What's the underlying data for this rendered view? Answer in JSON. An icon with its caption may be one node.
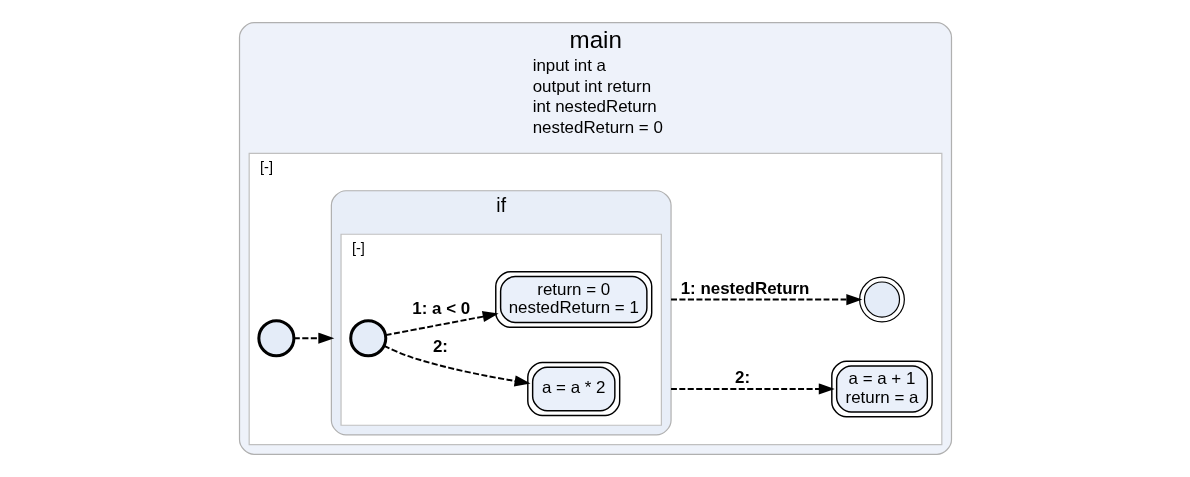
{
  "diagram": {
    "nodes": [
      {
        "text": [
          "main",
          "input int a",
          "output int return",
          "int nestedReturn",
          "nestedReturn = 0"
        ]
      },
      {
        "text": [
          "[-]"
        ],
        "in": 0
      },
      {
        "text": [],
        "shape": "circle",
        "in": 1
      },
      {
        "text": [
          "if"
        ],
        "in": 1
      },
      {
        "text": [
          "[-]"
        ],
        "in": 3
      },
      {
        "text": [],
        "shape": "circle",
        "in": 4
      },
      {
        "text": [
          "a = a * 2"
        ],
        "in": 4
      },
      {
        "text": [
          "return = 0",
          "nestedReturn = 1"
        ],
        "in": 4
      },
      {
        "text": [],
        "shape": "circle",
        "in": 1
      },
      {
        "text": [
          "a = a + 1",
          "return = a"
        ],
        "in": 1
      }
    ],
    "edges": [
      {
        "from": 2,
        "to": 3,
        "arrow": "to",
        "style": "dashed"
      },
      {
        "from": 5,
        "to": 6,
        "label": "2:",
        "arrow": "to",
        "style": "dashed"
      },
      {
        "from": 5,
        "to": 7,
        "label": "1: a < 0",
        "arrow": "to",
        "style": "dashed"
      },
      {
        "from": 3,
        "to": 8,
        "label": "1: nestedReturn",
        "arrow": "to",
        "style": "dashed"
      },
      {
        "from": 3,
        "to": 9,
        "label": "2:",
        "arrow": "to",
        "style": "dashed"
      }
    ]
  }
}
